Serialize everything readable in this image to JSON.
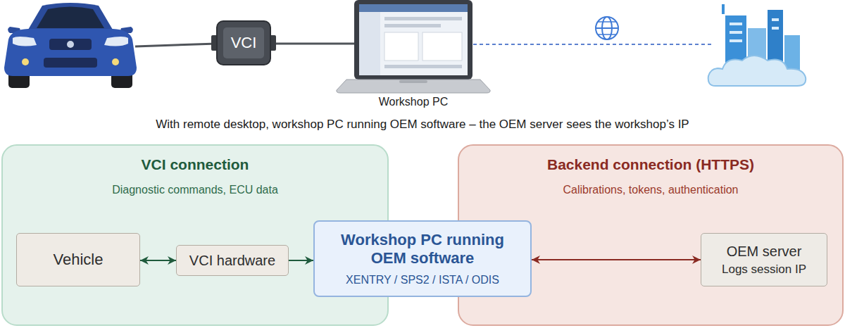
{
  "diagram": {
    "caption": "With remote desktop, workshop PC running OEM software – the OEM server sees the workshop’s IP",
    "nodes": [
      {
        "text": [
          "VCI connection",
          "Diagnostic commands, ECU data"
        ]
      },
      {
        "text": [
          "Vehicle"
        ],
        "in": 0
      },
      {
        "text": [
          "VCI hardware"
        ],
        "in": 0
      },
      {
        "text": [
          "Workshop PC running OEM software",
          "XENTRY / SPS2 / ISTA / ODIS"
        ]
      },
      {
        "text": [
          "Backend connection (HTTPS)",
          "Calibrations, tokens, authentication"
        ]
      },
      {
        "text": [
          "OEM server",
          "Logs session IP"
        ],
        "in": 4
      }
    ],
    "edges": [
      {
        "from": 1,
        "to": 2,
        "arrow": "both"
      },
      {
        "from": 2,
        "to": 3,
        "arrow": "to"
      },
      {
        "from": 3,
        "to": 5,
        "arrow": "both"
      }
    ],
    "labels": [
      "VCI",
      "Workshop PC"
    ]
  }
}
